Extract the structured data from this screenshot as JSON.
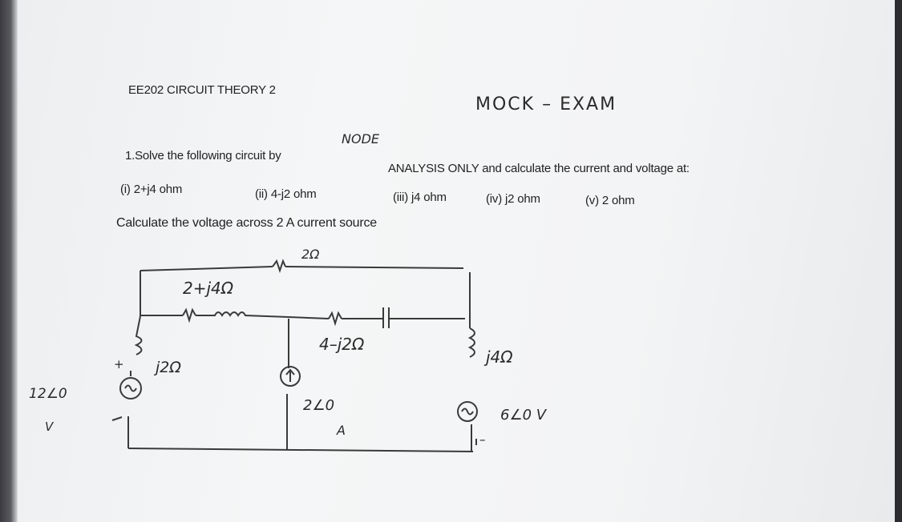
{
  "document": {
    "course_title": "EE202 CIRCUIT THEORY 2",
    "exam_label": "MOCK – EXAM",
    "question_prefix": "1.Solve the following circuit by",
    "inserted_word": "NODE",
    "question_suffix": "ANALYSIS ONLY and calculate the current and voltage at:",
    "items": [
      "(i) 2+j4 ohm",
      "(ii) 4-j2 ohm",
      "(iii) j4 ohm",
      "(iv) j2 ohm",
      "(v) 2 ohm"
    ],
    "followup": "Calculate the voltage across 2 A current source"
  },
  "circuit_labels": {
    "top_resistor": "2Ω",
    "series_impedance": "2+j4Ω",
    "middle_impedance": "4–j2Ω",
    "left_inductor": "j2Ω",
    "right_inductor": "j4Ω",
    "left_source_value": "12∠0",
    "left_source_unit": "V",
    "current_source_value": "2∠0",
    "current_source_unit": "A",
    "right_source_value": "6∠0 V",
    "plus_sign": "+",
    "minus_sign": "–"
  }
}
